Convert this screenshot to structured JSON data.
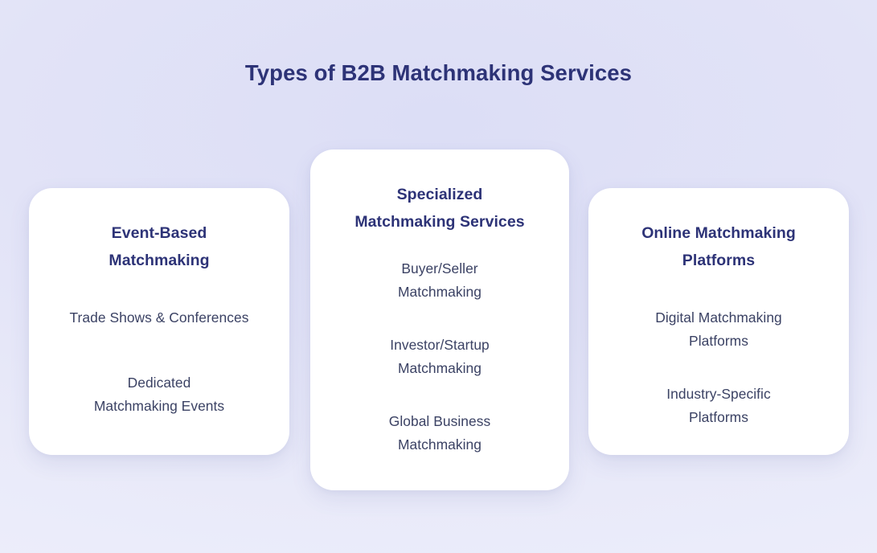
{
  "page": {
    "title": "Types of B2B Matchmaking Services",
    "background_color_start": "#eaebfa",
    "background_color_mid": "#dcdef6",
    "background_color_end": "#edeefb",
    "title_color": "#2d3377",
    "heading_color": "#2d3377",
    "body_text_color": "#3b4264",
    "card_background": "#ffffff"
  },
  "cards": [
    {
      "id": "event-based-matchmaking",
      "heading_lines": [
        "Event-Based",
        "Matchmaking"
      ],
      "items": [
        {
          "lines": [
            "Trade Shows & Conferences"
          ]
        },
        {
          "lines": [
            "Dedicated",
            "Matchmaking Events"
          ]
        }
      ]
    },
    {
      "id": "specialized-matchmaking-services",
      "heading_lines": [
        "Specialized",
        "Matchmaking Services"
      ],
      "items": [
        {
          "lines": [
            "Buyer/Seller",
            "Matchmaking"
          ]
        },
        {
          "lines": [
            "Investor/Startup",
            "Matchmaking"
          ]
        },
        {
          "lines": [
            "Global Business",
            "Matchmaking"
          ]
        }
      ]
    },
    {
      "id": "online-matchmaking-platforms",
      "heading_lines": [
        "Online Matchmaking",
        "Platforms"
      ],
      "items": [
        {
          "lines": [
            "Digital Matchmaking",
            "Platforms"
          ]
        },
        {
          "lines": [
            "Industry-Specific",
            "Platforms"
          ]
        }
      ]
    }
  ]
}
